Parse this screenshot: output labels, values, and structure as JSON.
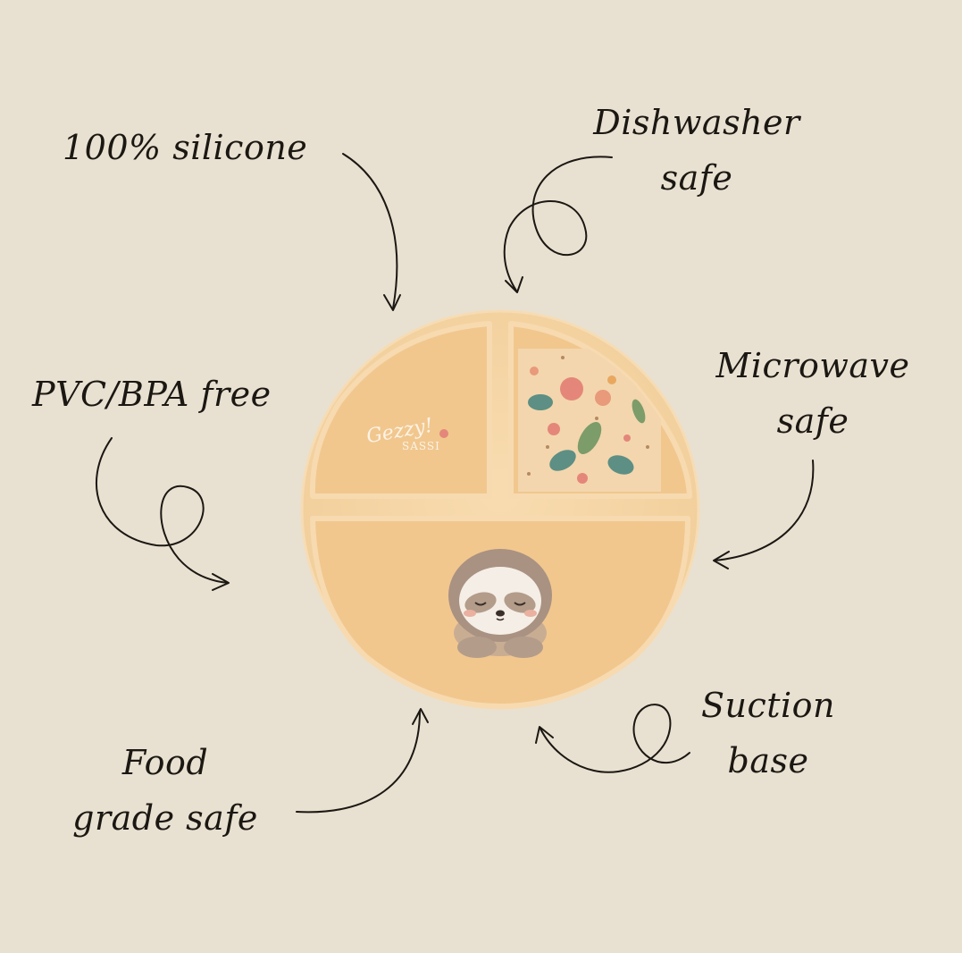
{
  "labels": {
    "silicone": "100% silicone",
    "dishwasher_line1": "Dishwasher",
    "dishwasher_line2": "safe",
    "pvc_bpa": "PVC/BPA free",
    "microwave_line1": "Microwave",
    "microwave_line2": "safe",
    "food_line1": "Food",
    "food_line2": "grade safe",
    "suction_line1": "Suction",
    "suction_line2": "base"
  },
  "plate": {
    "logo_script": "Gezzy!",
    "logo_brand": "SASSI",
    "color": "#f4d3a2",
    "rim_color": "#f9e0b6"
  },
  "colors": {
    "background": "#e8e1d1",
    "ink": "#1b1712"
  }
}
